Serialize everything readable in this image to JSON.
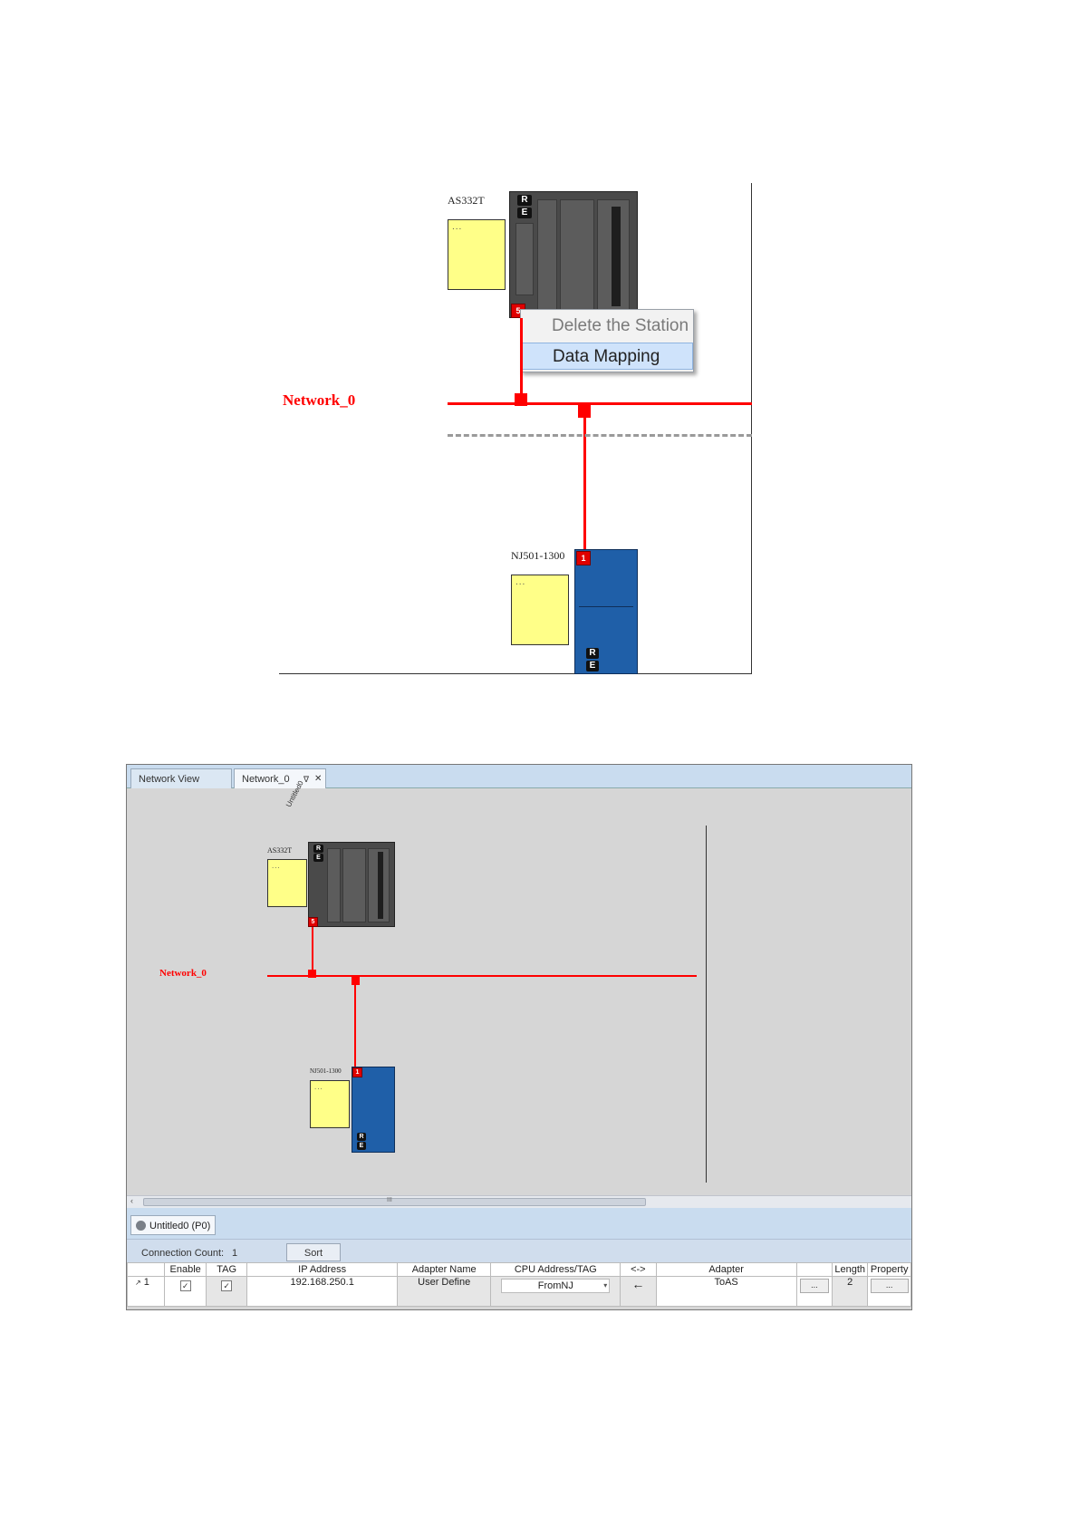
{
  "figure1": {
    "device_top_label": "AS332T",
    "device_bottom_label": "NJ501-1300",
    "note_text": "...",
    "network_label": "Network_0",
    "plc_tags": [
      "R",
      "E"
    ],
    "port_top": "5",
    "port_bottom": "1",
    "context_menu": [
      {
        "label": "Delete the Station",
        "state": "disabled"
      },
      {
        "label": "Data Mapping",
        "state": "highlighted"
      }
    ]
  },
  "screenshot": {
    "tabs": [
      {
        "label": "Network View",
        "active": false
      },
      {
        "label": "Network_0",
        "active": true
      }
    ],
    "tab_pin_icon": "pin-icon",
    "tab_close_icon": "close-icon",
    "station_label": "Untitled0",
    "device_top_label": "AS332T",
    "device_bottom_label": "NJ501-1300",
    "note_text": "...",
    "network_label": "Network_0",
    "scroll_mark": "III",
    "panel_tab": "Untitled0 (P0)",
    "connection_count_label": "Connection Count:",
    "connection_count": "1",
    "sort_label": "Sort",
    "table": {
      "headers": [
        "",
        "Enable",
        "TAG",
        "IP Address",
        "Adapter Name",
        "CPU Address/TAG",
        "<->",
        "Adapter",
        "",
        "Length",
        "Property"
      ],
      "rows": [
        {
          "index": "1",
          "enable": true,
          "tag": true,
          "ip": "192.168.250.1",
          "adapter_name": "User Define",
          "cpu_tag": "FromNJ",
          "direction": "←",
          "adapter": "ToAS",
          "more": "...",
          "length": "2",
          "property": "..."
        }
      ]
    }
  },
  "colors": {
    "network_red": "#ff0000",
    "note_yellow": "#ffff88",
    "nj_blue": "#1f5fa8",
    "plc_gray": "#4a4a4a",
    "tabbar_blue": "#c9dcef"
  }
}
